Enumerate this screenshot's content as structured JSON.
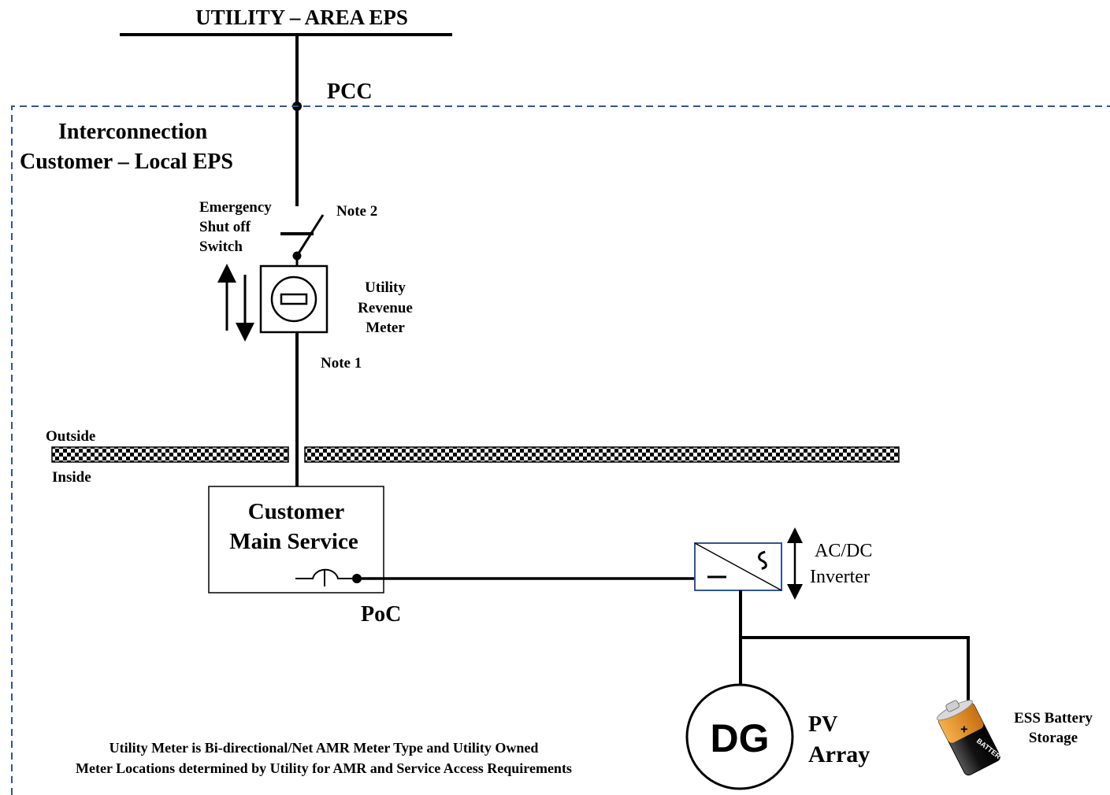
{
  "utility": {
    "title": "UTILITY – AREA EPS"
  },
  "pcc": {
    "label": "PCC"
  },
  "interconnection": {
    "line1": "Interconnection",
    "line2": "Customer – Local EPS"
  },
  "switch": {
    "label_line1": "Emergency",
    "label_line2": "Shut off",
    "label_line3": "Switch",
    "note": "Note 2"
  },
  "meter": {
    "label_line1": "Utility",
    "label_line2": "Revenue",
    "label_line3": "Meter",
    "note": "Note 1"
  },
  "boundary": {
    "outside": "Outside",
    "inside": "Inside"
  },
  "main_service": {
    "line1": "Customer",
    "line2": "Main Service"
  },
  "poc": {
    "label": "PoC"
  },
  "inverter": {
    "line1": "AC/DC",
    "line2": "Inverter"
  },
  "dg": {
    "symbol": "DG",
    "label_line1": "PV",
    "label_line2": "Array"
  },
  "battery": {
    "label_line1": "ESS Battery",
    "label_line2": "Storage",
    "text": "BATTERY",
    "plus": "+"
  },
  "footnote": {
    "line1": "Utility Meter is Bi-directional/Net AMR Meter Type and Utility Owned",
    "line2": "Meter Locations determined by Utility for AMR and Service Access Requirements"
  },
  "colors": {
    "boundary_dash": "#2f5597",
    "inverter_border": "#2f5597",
    "battery_body": "#1a1a1a",
    "battery_cap": "#e08a1e"
  }
}
